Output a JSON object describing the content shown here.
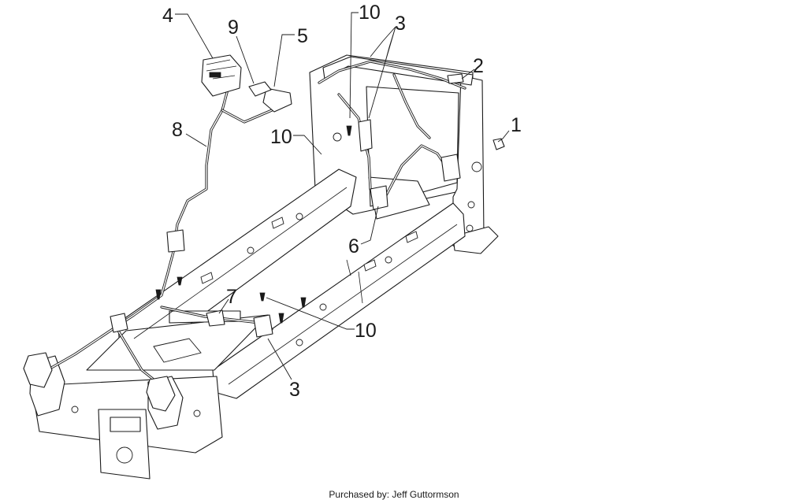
{
  "callouts": {
    "c1": "1",
    "c2": "2",
    "c3a": "3",
    "c3b": "3",
    "c4": "4",
    "c5": "5",
    "c6": "6",
    "c7": "7",
    "c8": "8",
    "c9": "9",
    "c10a": "10",
    "c10b": "10",
    "c10c": "10"
  },
  "footer": "Purchased by: Jeff Guttormson"
}
